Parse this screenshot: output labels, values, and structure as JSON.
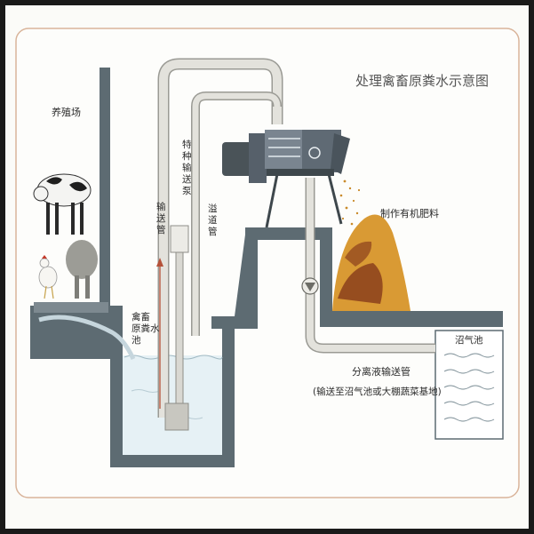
{
  "title": "处理禽畜原粪水示意图",
  "labels": {
    "farm": "养殖场",
    "pump": "特种输送泵",
    "delivery_pipe": "输送管",
    "overflow_pipe": "溢道管",
    "pit": "禽畜原粪水池",
    "fertilizer": "制作有机肥料",
    "biogas": "沼气池",
    "separation_pipe": "分离液输送管",
    "separation_note": "(输送至沼气池或大棚蔬菜基地)"
  },
  "colors": {
    "wall": "#5d6b72",
    "wall_edge": "#3e474c",
    "pipe": "#e3e2dc",
    "pipe_edge": "#9a9a94",
    "water": "#e6f1f5",
    "manure": "#c98a2a",
    "manure_dark": "#7a3a1a",
    "paper": "#fbfbf8",
    "frame": "#d9b49a"
  }
}
